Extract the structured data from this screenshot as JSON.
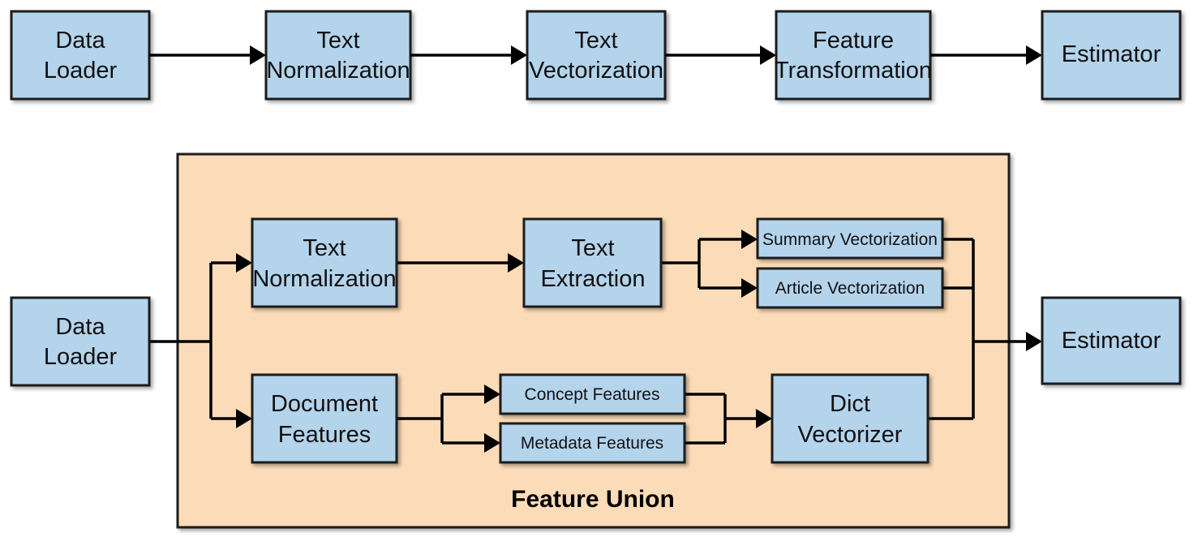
{
  "colors": {
    "node_fill": "#b4d4ec",
    "union_fill": "#fcdcb8",
    "stroke": "#1a1a1a"
  },
  "top_pipeline": {
    "data_loader": [
      "Data",
      "Loader"
    ],
    "text_normalization": [
      "Text",
      "Normalization"
    ],
    "text_vectorization": [
      "Text",
      "Vectorization"
    ],
    "feature_transformation": [
      "Feature",
      "Transformation"
    ],
    "estimator": [
      "Estimator"
    ]
  },
  "bottom_pipeline": {
    "data_loader": [
      "Data",
      "Loader"
    ],
    "union_title": "Feature Union",
    "text_normalization": [
      "Text",
      "Normalization"
    ],
    "text_extraction": [
      "Text",
      "Extraction"
    ],
    "summary_vectorization": [
      "Summary Vectorization"
    ],
    "article_vectorization": [
      "Article Vectorization"
    ],
    "document_features": [
      "Document",
      "Features"
    ],
    "concept_features": [
      "Concept Features"
    ],
    "metadata_features": [
      "Metadata Features"
    ],
    "dict_vectorizer": [
      "Dict",
      "Vectorizer"
    ],
    "estimator": [
      "Estimator"
    ]
  }
}
